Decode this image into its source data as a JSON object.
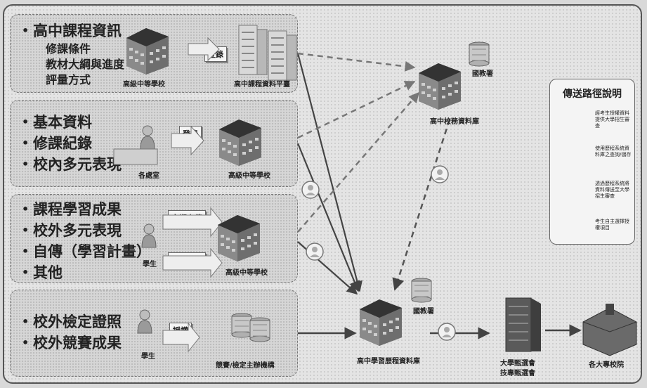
{
  "panels": [
    {
      "items": [
        "高中課程資訊"
      ],
      "sub_items": [
        "修課條件",
        "教材大綱與進度",
        "評量方式"
      ],
      "captions": {
        "school": "高級中等學校",
        "db": "高中課程資料平臺"
      },
      "action": "登錄"
    },
    {
      "items": [
        "基本資料",
        "修課紀錄",
        "校內多元表現"
      ],
      "captions": {
        "office": "各處室",
        "school": "高級中等學校"
      },
      "action": "登錄"
    },
    {
      "items": [
        "課程學習成果",
        "校外多元表現",
        "自傳（學習計畫）",
        "其他"
      ],
      "captions": {
        "student": "學生",
        "school": "高級中等學校"
      },
      "actions": [
        "定期上傳",
        "高三上傳"
      ]
    },
    {
      "items": [
        "校外檢定證照",
        "校外競賽成果"
      ],
      "captions": {
        "student": "學生",
        "org": "競賽/檢定主辦機構"
      },
      "action": "授權"
    }
  ],
  "nodes": {
    "school_db": "高中校務資料庫",
    "learning_db": "高中學習歷程資料庫",
    "moe_top": "國教署",
    "moe_bottom": "國教署",
    "joint_exam": [
      "大學甄選會",
      "技專甄選會"
    ],
    "universities": "各大專校院"
  },
  "legend": {
    "title": "傳送路徑說明",
    "rows": [
      {
        "text": "經考生授權資料提供大學招生審查",
        "style": "solid"
      },
      {
        "text": "使用歷程系統資料庫之查詢/儲存",
        "style": "dotted"
      },
      {
        "text": "透過歷程系統將資料傳送至大學招生審查",
        "style": "dashed"
      },
      {
        "text": "考生自主選擇授權項目",
        "style": "icon"
      }
    ]
  },
  "colors": {
    "arrow": "#444444",
    "panel": "#d6d6d6",
    "accent": "#555555"
  }
}
